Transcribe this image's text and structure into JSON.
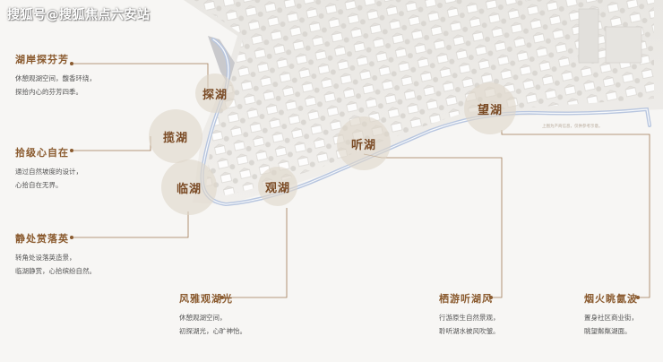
{
  "watermark": "搜狐号@搜狐焦点六安站",
  "map_note": "上图为产商信息，仅供参考示意。",
  "lake_spots": [
    {
      "name": "探湖"
    },
    {
      "name": "揽湖"
    },
    {
      "name": "临湖"
    },
    {
      "name": "观湖"
    },
    {
      "name": "听湖"
    },
    {
      "name": "望湖"
    }
  ],
  "left_features": [
    {
      "title": "湖岸探芬芳",
      "lines": [
        "休憩观湖空间，馥香环绕，",
        "探拾内心的芬芳四季。"
      ]
    },
    {
      "title": "拾级心自在",
      "lines": [
        "通过自然坡度的设计，",
        "心拾自在无界。"
      ]
    },
    {
      "title": "静处赏落英",
      "lines": [
        "转角处设落英造景，",
        "临湖静赏，心拾缤纷自然。"
      ]
    }
  ],
  "bottom_features": [
    {
      "title": "风雅观湖光",
      "lines": [
        "休憩观湖空间，",
        "初探湖光，心旷神怡。"
      ]
    },
    {
      "title": "栖游听湖风",
      "lines": [
        "行游原生自然景观，",
        "聆听湖水被风吹皱。"
      ]
    },
    {
      "title": "烟火眺氤波",
      "lines": [
        "置身社区商业街，",
        "眺望粼粼湖面。"
      ]
    }
  ],
  "colors": {
    "accent": "#8a5a2e",
    "path": "#b8c6df",
    "bubble": "#ded6c9",
    "line": "#a07a54"
  }
}
